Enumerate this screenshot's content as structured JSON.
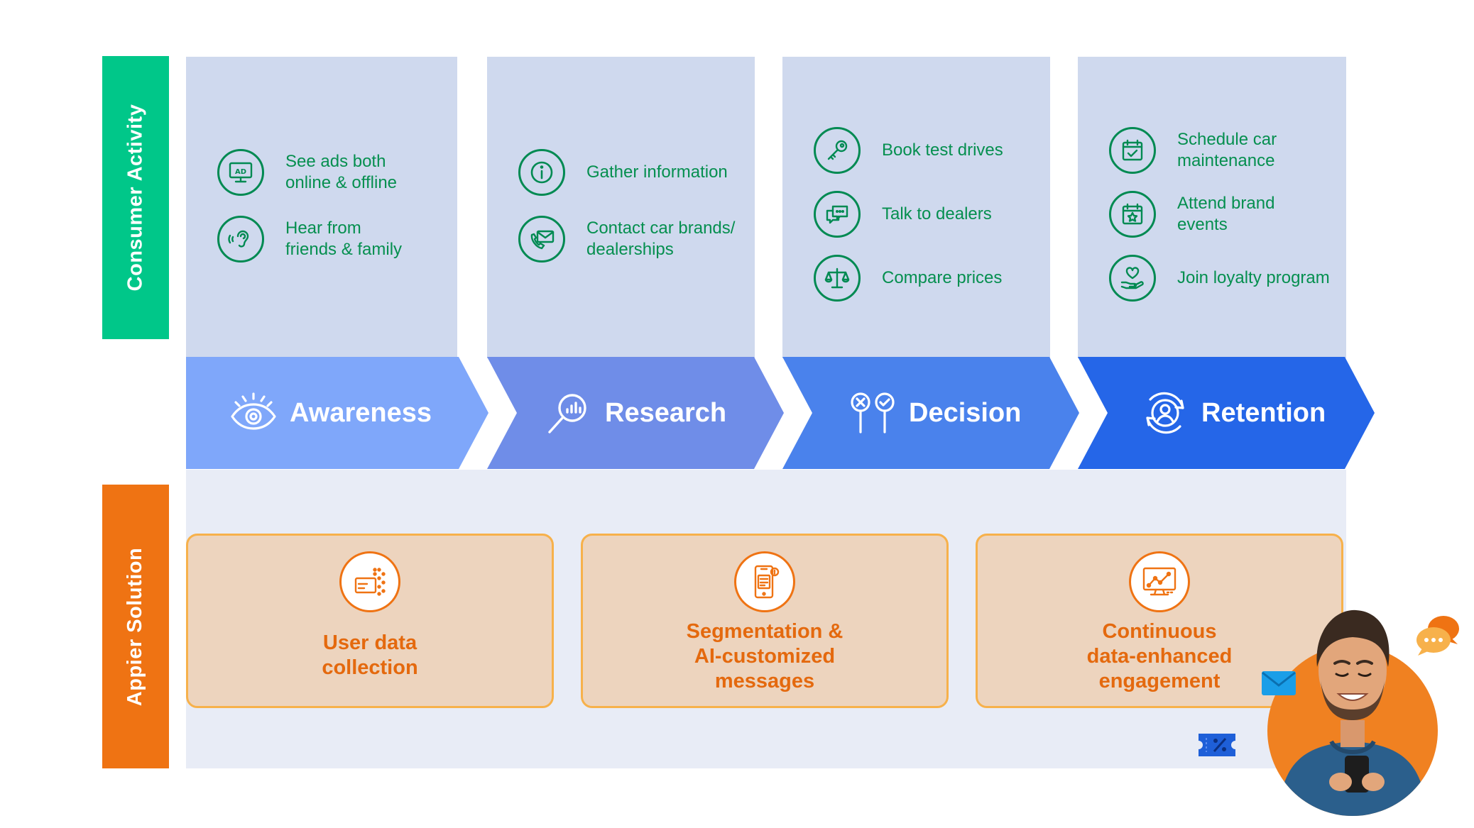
{
  "sides": {
    "consumer_activity": "Consumer Activity",
    "appier_solution": "Appier  Solution"
  },
  "stages": [
    {
      "name": "Awareness",
      "icon": "eye-icon",
      "color": "#7fa7fa",
      "activities": [
        {
          "icon": "ad-monitor-icon",
          "label": "See ads both\nonline & offline"
        },
        {
          "icon": "ear-icon",
          "label": "Hear from\nfriends & family"
        }
      ]
    },
    {
      "name": "Research",
      "icon": "magnifier-chart-icon",
      "color": "#6f8de8",
      "activities": [
        {
          "icon": "info-icon",
          "label": "Gather information"
        },
        {
          "icon": "phone-mail-icon",
          "label": "Contact car brands/\ndealerships"
        }
      ]
    },
    {
      "name": "Decision",
      "icon": "choice-pins-icon",
      "color": "#4a82ec",
      "activities": [
        {
          "icon": "key-icon",
          "label": "Book test drives"
        },
        {
          "icon": "chat-icon",
          "label": "Talk to dealers"
        },
        {
          "icon": "scale-icon",
          "label": "Compare prices"
        }
      ]
    },
    {
      "name": "Retention",
      "icon": "user-cycle-icon",
      "color": "#2566e8",
      "activities": [
        {
          "icon": "calendar-check-icon",
          "label": "Schedule car\nmaintenance"
        },
        {
          "icon": "calendar-star-icon",
          "label": "Attend brand\nevents"
        },
        {
          "icon": "heart-hand-icon",
          "label": "Join loyalty program"
        }
      ]
    }
  ],
  "solutions": [
    {
      "icon": "data-card-icon",
      "label": "User data\ncollection"
    },
    {
      "icon": "phone-message-icon",
      "label": "Segmentation &\nAI-customized\nmessages"
    },
    {
      "icon": "monitor-chart-icon",
      "label": "Continuous\ndata-enhanced\nengagement"
    }
  ],
  "colors": {
    "green": "#00c789",
    "orange": "#ef7313",
    "box_bg": "#cfd9ee",
    "activity_text": "#058f4f",
    "solution_bg": "#e8ecf6",
    "solution_card": "#edd4be"
  }
}
